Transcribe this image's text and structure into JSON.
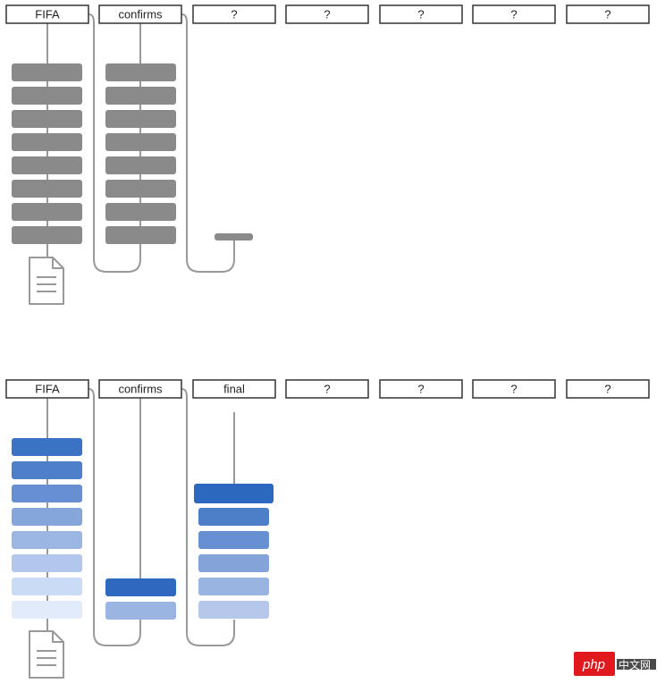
{
  "panels": [
    {
      "id": "top",
      "tokens": [
        "FIFA",
        "confirms",
        "?",
        "?",
        "?",
        "?",
        "?"
      ],
      "columns": [
        {
          "stack_count": 8,
          "colors": [
            "#8a8a8a",
            "#8a8a8a",
            "#8a8a8a",
            "#8a8a8a",
            "#8a8a8a",
            "#8a8a8a",
            "#8a8a8a",
            "#8a8a8a"
          ]
        },
        {
          "stack_count": 8,
          "colors": [
            "#8a8a8a",
            "#8a8a8a",
            "#8a8a8a",
            "#8a8a8a",
            "#8a8a8a",
            "#8a8a8a",
            "#8a8a8a",
            "#8a8a8a"
          ]
        },
        {
          "stack_count": 1,
          "colors": [
            "#8a8a8a"
          ]
        }
      ],
      "has_document_icon": true
    },
    {
      "id": "bottom",
      "tokens": [
        "FIFA",
        "confirms",
        "final",
        "?",
        "?",
        "?",
        "?"
      ],
      "columns": [
        {
          "stack_count": 8,
          "colors": [
            "#3b72c4",
            "#4d80c9",
            "#6690d1",
            "#84a6da",
            "#9bb6e2",
            "#b2c7eb",
            "#cadbf5",
            "#e2ebfa"
          ]
        },
        {
          "stack_count": 2,
          "colors": [
            "#2f68bf",
            "#9bb5e2"
          ]
        },
        {
          "stack_count": 6,
          "colors": [
            "#2d68bf",
            "#4c7fc8",
            "#6690d1",
            "#84a4d9",
            "#9ab4e1",
            "#b5c8ec"
          ]
        }
      ],
      "has_document_icon": true
    }
  ],
  "watermark": {
    "text": "php",
    "suffix": "中文网",
    "bg_color": "#e1191f"
  },
  "colors": {
    "line": "#999999",
    "gray_block": "#8a8a8a",
    "box_border": "#333333"
  }
}
